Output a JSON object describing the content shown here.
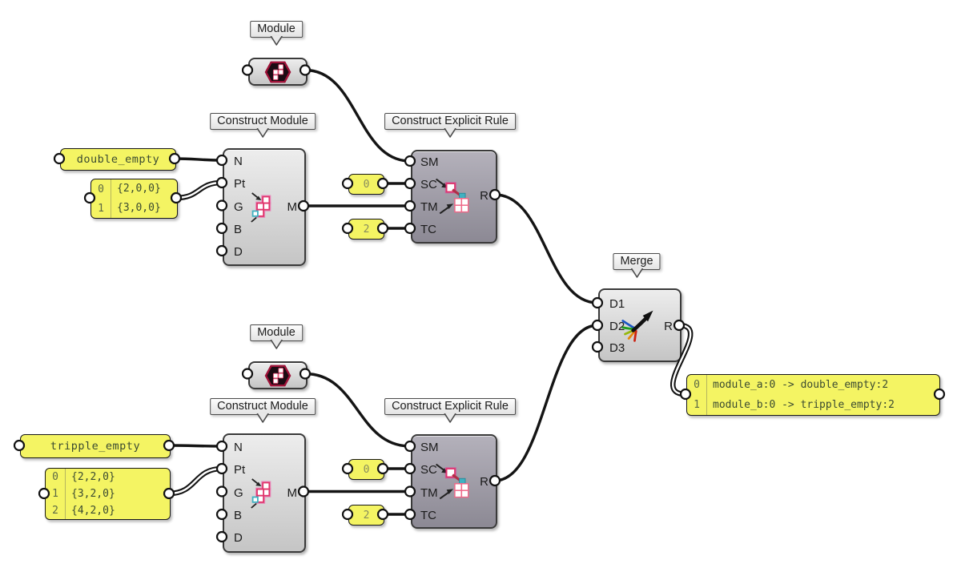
{
  "labels": {
    "module_top": "Module",
    "module_bottom": "Module",
    "construct_module_top": "Construct Module",
    "construct_module_bottom": "Construct Module",
    "rule_top": "Construct Explicit Rule",
    "rule_bottom": "Construct Explicit Rule",
    "merge": "Merge"
  },
  "ports": {
    "construct_module": {
      "in0": "N",
      "in1": "Pt",
      "in2": "G",
      "in3": "B",
      "in4": "D",
      "out": "M"
    },
    "rule": {
      "in0": "SM",
      "in1": "SC",
      "in2": "TM",
      "in3": "TC",
      "out": "R"
    },
    "merge": {
      "in0": "D1",
      "in1": "D2",
      "in2": "D3",
      "out": "R"
    }
  },
  "panels": {
    "top_name": "double_empty",
    "top_points": [
      {
        "i": "0",
        "v": "{2,0,0}"
      },
      {
        "i": "1",
        "v": "{3,0,0}"
      }
    ],
    "top_sc": "0",
    "top_tc": "2",
    "bottom_name": "tripple_empty",
    "bottom_points": [
      {
        "i": "0",
        "v": "{2,2,0}"
      },
      {
        "i": "1",
        "v": "{3,2,0}"
      },
      {
        "i": "2",
        "v": "{4,2,0}"
      }
    ],
    "bottom_sc": "0",
    "bottom_tc": "2",
    "result": [
      {
        "i": "0",
        "v": "module_a:0 -> double_empty:2"
      },
      {
        "i": "1",
        "v": "module_b:0 -> tripple_empty:2"
      }
    ]
  },
  "icons": {
    "module_capsule": "hexagon-module-icon",
    "construct_module": "construct-module-icon",
    "explicit_rule": "construct-explicit-rule-icon",
    "merge": "merge-fan-arrow-icon"
  },
  "colors": {
    "canvas": "#ffffff",
    "wire": "#141414",
    "panel_fill": "#f4f463",
    "panel_border": "#161616",
    "panel_text": "#3a4a31",
    "component_light": "#d9d9d9",
    "component_dark": "#a09daa",
    "port_fill": "#ffffff",
    "accent_red": "#e0356b",
    "accent_teal": "#3fb1c1"
  }
}
